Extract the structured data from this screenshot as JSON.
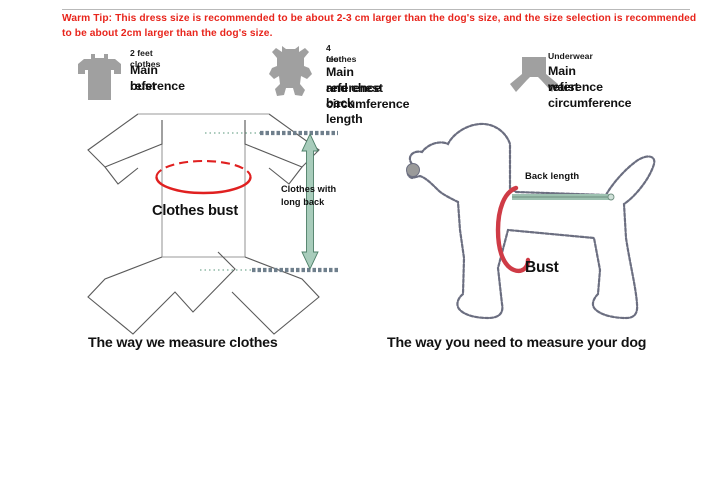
{
  "warm_tip": {
    "text": "Warm Tip: This dress size is recommended to be about 2-3 cm larger than the dog's size, and the size selection is recommended to be about 2cm larger than the dog's size.",
    "color": "#e8251c"
  },
  "legend": {
    "items": [
      {
        "icon": "two-feet-shirt-icon",
        "small_label": "2 feet clothes",
        "big_label": "Main reference\nbust",
        "big_label_line1": "Main reference",
        "big_label_line2": "bust"
      },
      {
        "icon": "four-feet-suit-icon",
        "small_label": "4 feet\nclothes",
        "small_label_line1": "4 feet",
        "small_label_line2": "clothes",
        "big_label_line1": "Main reference back length",
        "big_label_line2": "and chest circumference"
      },
      {
        "icon": "underwear-icon",
        "small_label": "Underwear",
        "big_label_line1": "Main reference",
        "big_label_line2": "waist circumference"
      }
    ],
    "icon_color": "#a0a0a0"
  },
  "left_panel": {
    "caption": "The way we measure clothes",
    "bust_label": "Clothes bust",
    "long_back_label": "Clothes with long back",
    "bust_ring_color": "#e02020",
    "arrow_color": "#a8ccbb",
    "arrow_stroke": "#4d7f68",
    "dotted_color": "#8fb9a6",
    "outline_color": "#5a5a5a"
  },
  "right_panel": {
    "caption": "The way you need to measure your dog",
    "back_length_label": "Back length",
    "bust_label": "Bust",
    "back_length_color": "#9dc1b0",
    "bust_ring_color": "#cf3b46",
    "outline_color": "#6b6e80"
  }
}
